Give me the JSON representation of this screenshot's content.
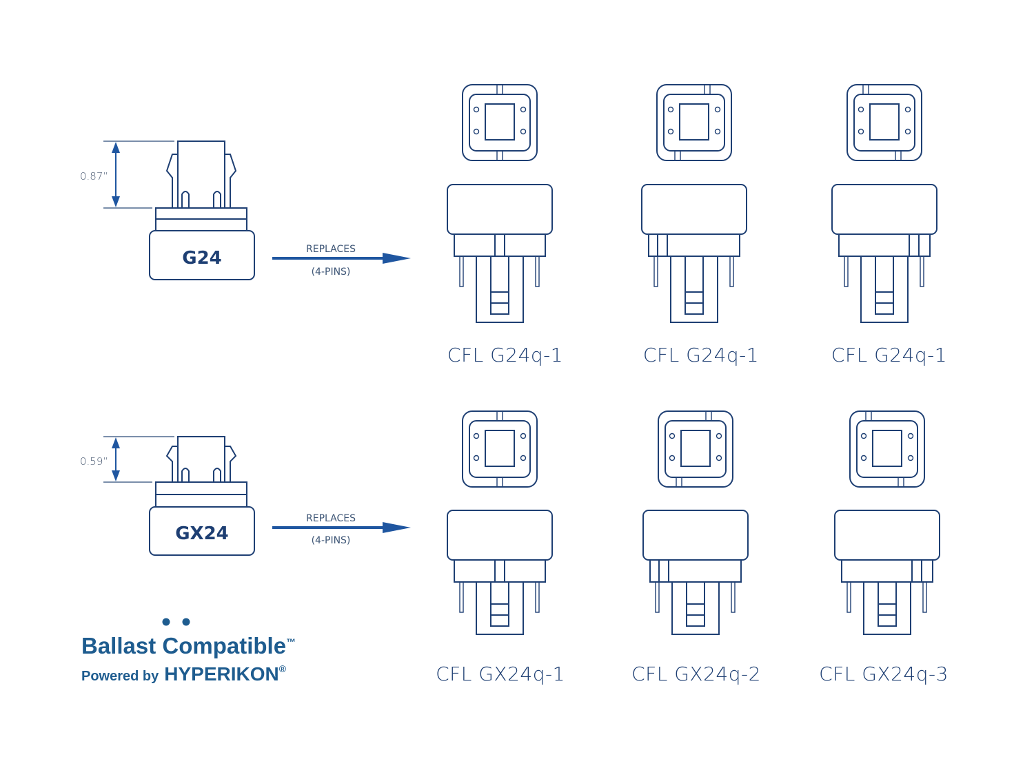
{
  "colors": {
    "line": "#1e3f73",
    "accent": "#1f56a0",
    "brand": "#1e5c8f",
    "dim_text": "#4a5a72",
    "background": "#ffffff"
  },
  "rows": [
    {
      "base_label": "G24",
      "dimension": "0.87”",
      "arrow_label_top": "REPLACES",
      "arrow_label_bottom": "(4-PINS)",
      "replacements": [
        {
          "caption": "CFL G24q-1",
          "key_position": "center"
        },
        {
          "caption": "CFL G24q-1",
          "key_position": "left"
        },
        {
          "caption": "CFL G24q-1",
          "key_position": "right"
        }
      ]
    },
    {
      "base_label": "GX24",
      "dimension": "0.59”",
      "arrow_label_top": "REPLACES",
      "arrow_label_bottom": "(4-PINS)",
      "replacements": [
        {
          "caption": "CFL GX24q-1",
          "key_position": "center"
        },
        {
          "caption": "CFL GX24q-2",
          "key_position": "left"
        },
        {
          "caption": "CFL GX24q-3",
          "key_position": "right"
        }
      ]
    }
  ],
  "brand": {
    "line1": "Ballast Compatible",
    "line1_mark": "™",
    "line2_prefix": "Powered by",
    "line2_name": "HYPERIKON",
    "line2_mark": "®"
  }
}
